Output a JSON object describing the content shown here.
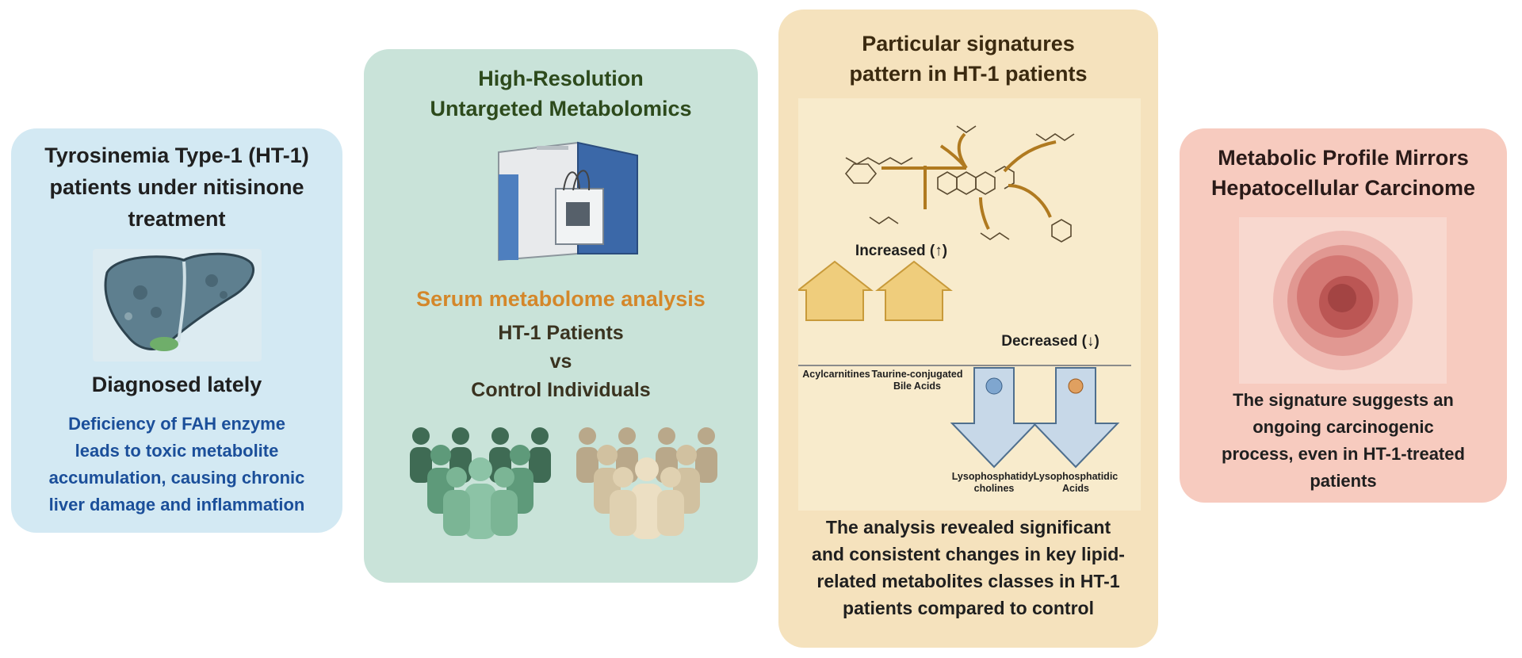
{
  "panel1": {
    "title_lines": [
      "Tyrosinemia Type-1 (HT-1)",
      "patients under nitisinone",
      "treatment"
    ],
    "diagnosis": "Diagnosed lately",
    "description_lines": [
      "Deficiency of FAH enzyme",
      "leads to toxic metabolite",
      "accumulation, causing  chronic",
      "liver damage and inflammation"
    ]
  },
  "panel2": {
    "title_lines": [
      "High-Resolution",
      "Untargeted Metabolomics"
    ],
    "analysis": "Serum metabolome analysis",
    "group1": "HT-1 Patients",
    "vs": "vs",
    "group2": "Control Individuals"
  },
  "panel3": {
    "title_lines": [
      "Particular signatures",
      "pattern in HT-1 patients"
    ],
    "increased": "Increased (↑)",
    "decreased": "Decreased (↓)",
    "inc_items": [
      [
        "Acylcarnitines"
      ],
      [
        "Taurine-conjugated",
        "Bile Acids"
      ]
    ],
    "dec_items": [
      [
        "Lysophosphatidyl",
        "cholines"
      ],
      [
        "Lysophosphatidic",
        "Acids"
      ]
    ],
    "summary_lines": [
      "The analysis revealed significant",
      "and consistent changes in key lipid-",
      "related metabolites classes in HT-1",
      "patients compared to control"
    ]
  },
  "panel4": {
    "title_lines": [
      "Metabolic Profile Mirrors",
      "Hepatocellular Carcinome"
    ],
    "description_lines": [
      "The signature suggests an",
      "ongoing carcinogenic",
      "process, even in HT-1-treated",
      "patients"
    ]
  },
  "colors": {
    "panel1_bg": "#d3e9f3",
    "panel2_bg": "#c9e3d9",
    "panel3_bg": "#f5e2bd",
    "panel4_bg": "#f7cbbf",
    "blue_text": "#1b4f9a",
    "orange_text": "#d4872a",
    "green_title": "#2d4a1c"
  }
}
